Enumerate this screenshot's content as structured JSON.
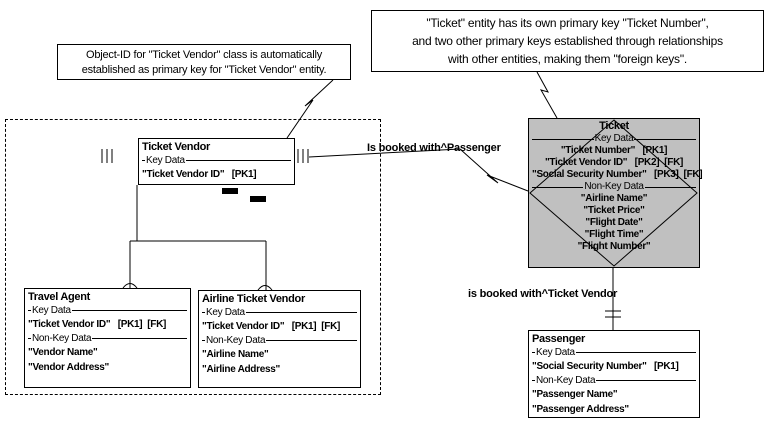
{
  "colors": {
    "ticket_fill": "#c0c0c0",
    "line": "#000000",
    "background": "#ffffff"
  },
  "callouts": {
    "vendor_note": {
      "lines": [
        "Object-ID for \"Ticket Vendor\" class is automatically",
        "established as primary key for \"Ticket Vendor\" entity."
      ]
    },
    "ticket_note": {
      "lines": [
        "\"Ticket\" entity has its own primary key \"Ticket Number\",",
        "and two other primary keys established through relationships",
        "with other entities, making them \"foreign keys\"."
      ]
    }
  },
  "labels": {
    "booked_with_passenger": "Is booked with^Passenger",
    "booked_with_ticket_vendor": "is booked with^Ticket Vendor"
  },
  "entities": {
    "ticket_vendor": {
      "title": "Ticket Vendor",
      "rows": [
        {
          "kind": "section",
          "text": "Key Data"
        },
        {
          "kind": "attr",
          "text": "\"Ticket Vendor ID\"   [PK1]"
        }
      ]
    },
    "travel_agent": {
      "title": "Travel Agent",
      "rows": [
        {
          "kind": "section",
          "text": "Key Data"
        },
        {
          "kind": "attr",
          "text": "\"Ticket Vendor ID\"   [PK1]  [FK]"
        },
        {
          "kind": "section",
          "text": "Non-Key Data"
        },
        {
          "kind": "attr",
          "text": "\"Vendor Name\""
        },
        {
          "kind": "attr",
          "text": "\"Vendor Address\""
        }
      ]
    },
    "airline_ticket_vendor": {
      "title": "Airline Ticket Vendor",
      "rows": [
        {
          "kind": "section",
          "text": "Key Data"
        },
        {
          "kind": "attr",
          "text": "\"Ticket Vendor ID\"   [PK1]  [FK]"
        },
        {
          "kind": "section",
          "text": "Non-Key Data"
        },
        {
          "kind": "attr",
          "text": "\"Airline Name\""
        },
        {
          "kind": "attr",
          "text": "\"Airline Address\""
        }
      ]
    },
    "ticket": {
      "title": "Ticket",
      "rows": [
        {
          "kind": "section",
          "text": "Key Data"
        },
        {
          "kind": "attr",
          "text": "\"Ticket Number\"   [PK1]"
        },
        {
          "kind": "attr",
          "text": "\"Ticket Vendor ID\"   [PK2]  [FK]"
        },
        {
          "kind": "attr",
          "text": "\"Social Security Number\"   [PK3]  [FK]"
        },
        {
          "kind": "section",
          "text": "Non-Key Data"
        },
        {
          "kind": "attr",
          "text": "\"Airline Name\""
        },
        {
          "kind": "attr",
          "text": "\"Ticket Price\""
        },
        {
          "kind": "attr",
          "text": "\"Flight Date\""
        },
        {
          "kind": "attr",
          "text": "\"Flight Time\""
        },
        {
          "kind": "attr",
          "text": "\"Flight Number\""
        }
      ]
    },
    "passenger": {
      "title": "Passenger",
      "rows": [
        {
          "kind": "section",
          "text": "Key Data"
        },
        {
          "kind": "attr",
          "text": "\"Social Security Number\"   [PK1]"
        },
        {
          "kind": "section",
          "text": "Non-Key Data"
        },
        {
          "kind": "attr",
          "text": "\"Passenger Name\""
        },
        {
          "kind": "attr",
          "text": "\"Passenger Address\""
        }
      ]
    }
  }
}
